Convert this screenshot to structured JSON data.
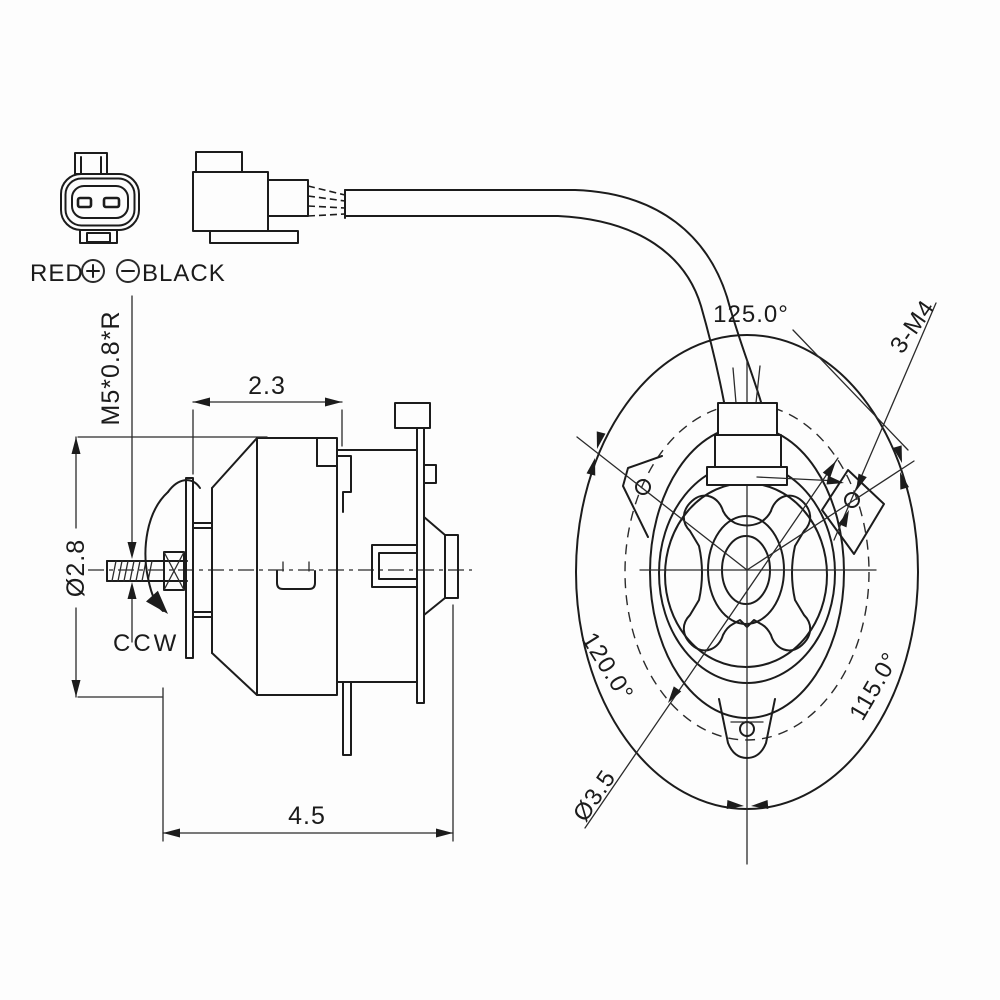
{
  "legend": {
    "red_label": "RED",
    "black_label": "BLACK"
  },
  "side_view": {
    "hub_depth_dim": "2.3",
    "body_diameter_dim": "Ø2.8",
    "overall_length_dim": "4.5",
    "shaft_thread_spec": "M5*0.8*R",
    "rotation_direction": "CCW"
  },
  "rear_view": {
    "angle_top": "125.0°",
    "angle_bottom_left": "120.0°",
    "angle_bottom_right": "115.0°",
    "mount_thread_callout": "3-M4",
    "bolt_hole_diameter": "Ø3.5"
  }
}
